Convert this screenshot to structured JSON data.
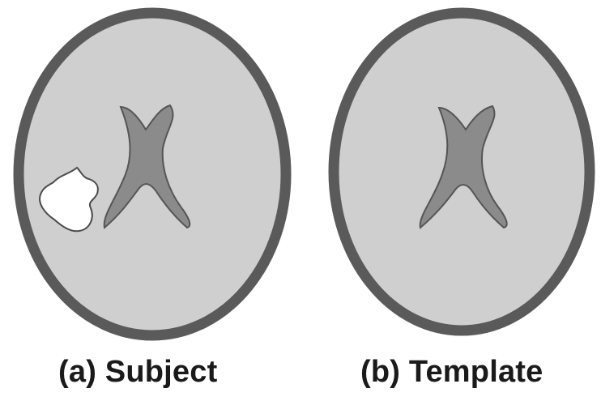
{
  "panels": [
    {
      "id": "subject",
      "caption": "(a) Subject",
      "has_lesion": true
    },
    {
      "id": "template",
      "caption": "(b) Template",
      "has_lesion": false
    }
  ],
  "colors": {
    "skull_outline": "#5a5a5a",
    "brain_tissue": "#cfcfcf",
    "ventricle": "#8b8b8b",
    "ventricle_outline": "#555555",
    "lesion": "#ffffff",
    "lesion_outline": "#4a4a4a",
    "caption_text": "#1a1a1a"
  }
}
